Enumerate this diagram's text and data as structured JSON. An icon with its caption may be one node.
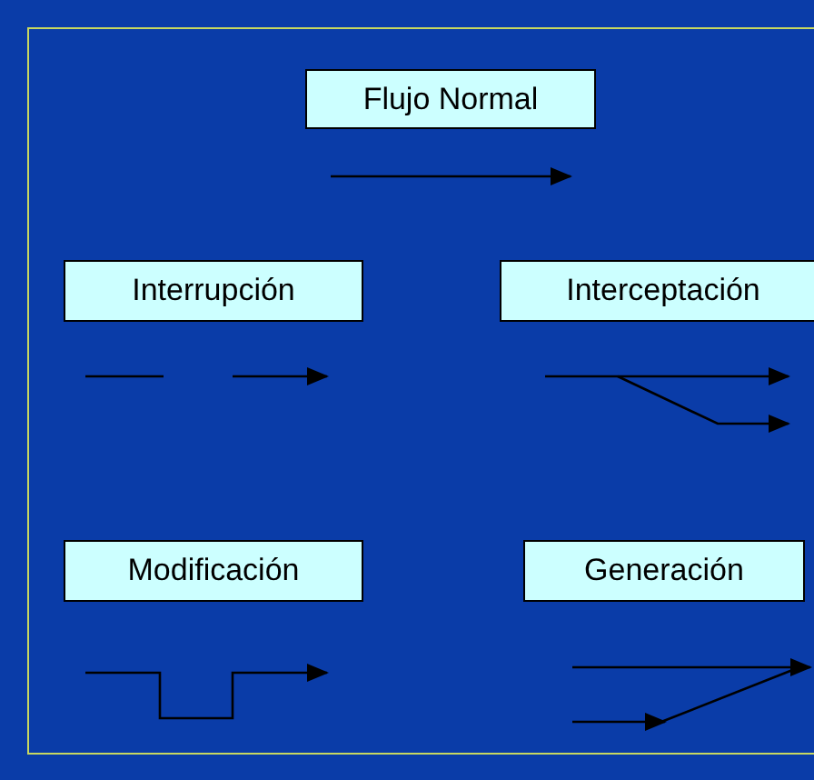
{
  "diagram": {
    "nodes": [
      {
        "text": [
          "Flujo Normal"
        ]
      },
      {
        "text": [
          "Interrupción"
        ]
      },
      {
        "text": [
          "Interceptación"
        ]
      },
      {
        "text": [
          "Modificación"
        ]
      },
      {
        "text": [
          "Generación"
        ]
      }
    ]
  }
}
